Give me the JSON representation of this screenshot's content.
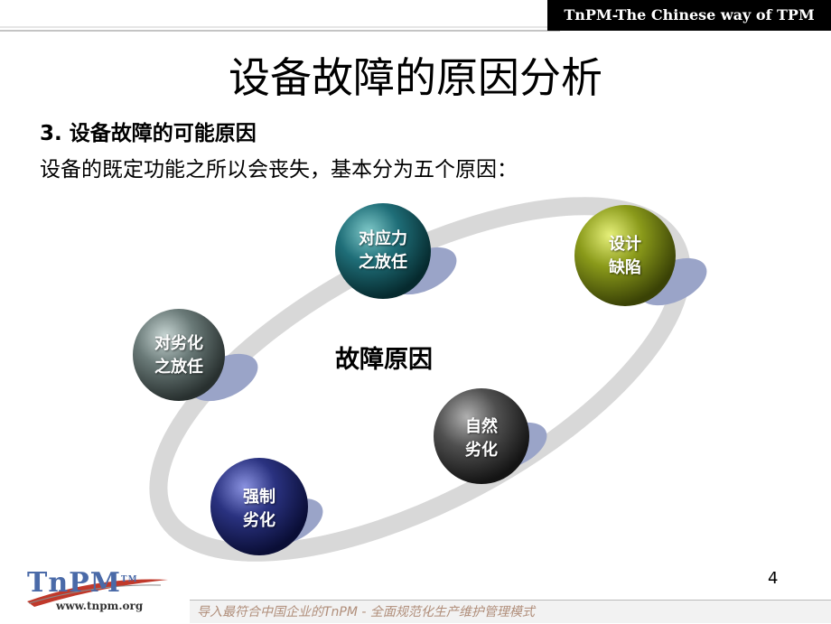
{
  "header": {
    "tagline": "TnPM-The Chinese way of TPM"
  },
  "slide": {
    "title": "设备故障的原因分析",
    "heading": "3. 设备故障的可能原因",
    "subtext": "设备的既定功能之所以会丧失，基本分为五个原因："
  },
  "diagram": {
    "center": "故障原因",
    "nodes": [
      {
        "line1": "对应力",
        "line2": "之放任",
        "color": "#1f6e78"
      },
      {
        "line1": "设计",
        "line2": "缺陷",
        "color": "#8a9a1a"
      },
      {
        "line1": "对劣化",
        "line2": "之放任",
        "color": "#6a7a78"
      },
      {
        "line1": "自然",
        "line2": "劣化",
        "color": "#505050"
      },
      {
        "line1": "强制",
        "line2": "劣化",
        "color": "#2a3280"
      }
    ]
  },
  "footer": {
    "page_number": "4",
    "logo": "TnPM",
    "logo_tm": "TM",
    "logo_url": "www.tnpm.org",
    "slogan": "导入最符合中国企业的TnPM - 全面规范化生产维护管理模式"
  }
}
